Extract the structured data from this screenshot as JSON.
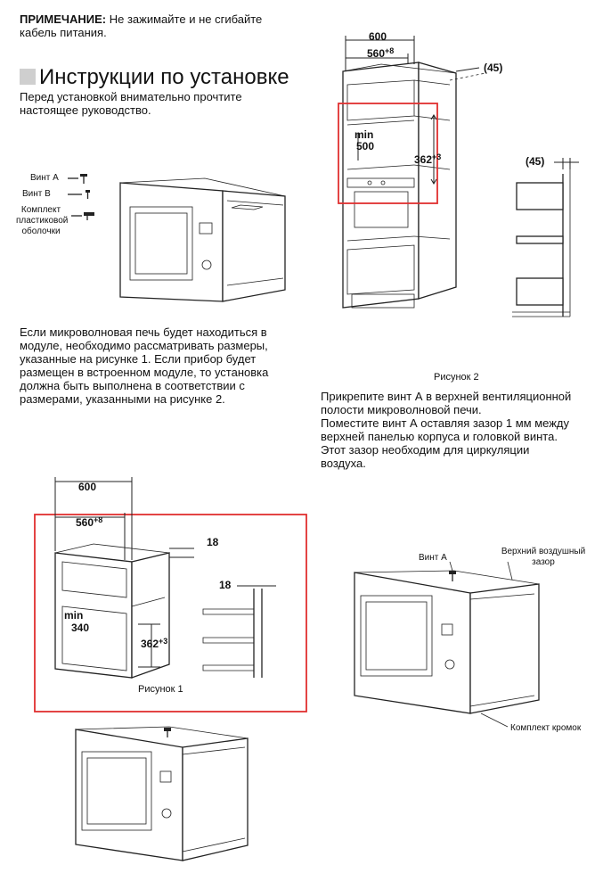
{
  "note": {
    "label": "ПРИМЕЧАНИЕ:",
    "text": " Не зажимайте и не сгибайте",
    "line2": "кабель питания."
  },
  "section": {
    "title": "Инструкции по установке",
    "intro_line1": "Перед установкой внимательно прочтите",
    "intro_line2": "настоящее руководство."
  },
  "parts": {
    "screw_a": "Винт А",
    "screw_b": "Винт В",
    "kit_line1": "Комплект",
    "kit_line2": "пластиковой",
    "kit_line3": "оболочки"
  },
  "paragraph_module": [
    "Если микроволновая печь будет находиться в",
    "модуле, необходимо рассматривать размеры,",
    "указанные на рисунке  1. Если прибор будет",
    "размещен в встроенном модуле, то установка",
    "должна быть выполнена в соответствии с",
    "размерами, указанными на рисунке 2."
  ],
  "figure2": {
    "caption": "Рисунок 2",
    "dim_600": "600",
    "dim_560": "560",
    "dim_560_sup": "+8",
    "dim_45_top": "(45)",
    "dim_min": "min",
    "dim_500": "500",
    "dim_362": "362",
    "dim_362_sup": "+3",
    "dim_45_side": "(45)"
  },
  "paragraph_screw": [
    "Прикрепите винт А в верхней вентиляционной",
    "полости микроволновой печи.",
    "Поместите винт А оставляя зазор 1 мм между",
    "верхней панелью корпуса и    головкой винта.",
    "Этот зазор необходим для циркуляции",
    "воздуха."
  ],
  "figure1": {
    "caption": "Рисунок 1",
    "dim_600": "600",
    "dim_560": "560",
    "dim_560_sup": "+8",
    "dim_18_top": "18",
    "dim_18_side": "18",
    "dim_min": "min",
    "dim_340": "340",
    "dim_362": "362",
    "dim_362_sup": "+3"
  },
  "gap_diagram": {
    "screw_a": "Винт А",
    "air_gap_line1": "Верхний воздушный",
    "air_gap_line2": "зазор",
    "edge_kit": "Комплект кромок"
  }
}
